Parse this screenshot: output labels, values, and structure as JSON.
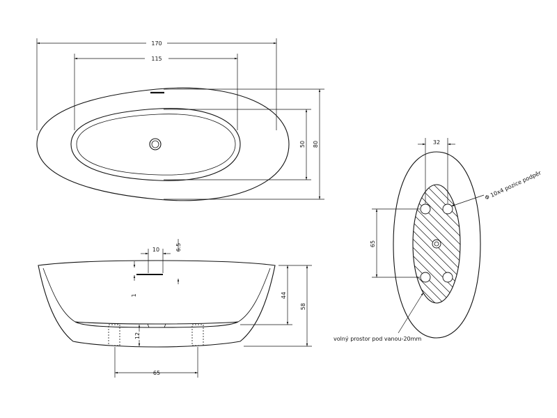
{
  "top_view": {
    "dim_length": "170",
    "dim_inner_length": "115",
    "dim_height_outer": "80",
    "dim_height_inner": "50"
  },
  "side_view": {
    "dim_drain_width": "10",
    "dim_drain_offset": "6.5",
    "dim_rim": "1",
    "dim_inner_depth": "44",
    "dim_total_height": "58",
    "dim_foot": "12",
    "dim_base_width": "65"
  },
  "bottom_view": {
    "dim_support_width": "32",
    "dim_support_spacing": "65",
    "support_label": "Φ 10x4 pozice podpěr",
    "clearance_label": "volný prostor pod vanou-20mm"
  }
}
